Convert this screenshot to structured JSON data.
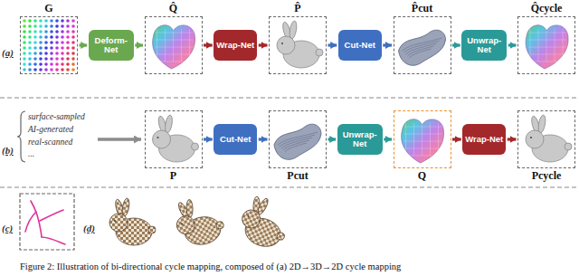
{
  "diagram": {
    "caption": "Figure 2: Illustration of bi-directional cycle mapping, composed of (a) 2D→3D→2D cycle mapping",
    "nodes": [
      {
        "text": [
          "G"
        ]
      },
      {
        "text": [
          "Deform-Net"
        ]
      },
      {
        "text": [
          "Q̂"
        ]
      },
      {
        "text": [
          "Wrap-Net"
        ]
      },
      {
        "text": [
          "P̂"
        ]
      },
      {
        "text": [
          "Cut-Net"
        ]
      },
      {
        "text": [
          "P̂cut"
        ]
      },
      {
        "text": [
          "Unwrap-Net"
        ]
      },
      {
        "text": [
          "Q̂cycle"
        ]
      },
      {
        "text": [
          "P"
        ]
      },
      {
        "text": [
          "Cut-Net"
        ]
      },
      {
        "text": [
          "Pcut"
        ]
      },
      {
        "text": [
          "Unwrap-Net"
        ]
      },
      {
        "text": [
          "Q"
        ]
      },
      {
        "text": [
          "Wrap-Net"
        ]
      },
      {
        "text": [
          "Pcycle"
        ]
      }
    ],
    "edges": [
      {
        "from": 0,
        "to": 1,
        "arrow": "to"
      },
      {
        "from": 1,
        "to": 2,
        "arrow": "to"
      },
      {
        "from": 2,
        "to": 3,
        "arrow": "to"
      },
      {
        "from": 3,
        "to": 4,
        "arrow": "to"
      },
      {
        "from": 4,
        "to": 5,
        "arrow": "to"
      },
      {
        "from": 5,
        "to": 6,
        "arrow": "to"
      },
      {
        "from": 6,
        "to": 7,
        "arrow": "to"
      },
      {
        "from": 7,
        "to": 8,
        "arrow": "to"
      },
      {
        "from": 9,
        "to": 10,
        "arrow": "to"
      },
      {
        "from": 10,
        "to": 11,
        "arrow": "to"
      },
      {
        "from": 11,
        "to": 12,
        "arrow": "to"
      },
      {
        "from": 12,
        "to": 13,
        "arrow": "to"
      },
      {
        "from": 13,
        "to": 14,
        "arrow": "to"
      },
      {
        "from": 14,
        "to": 15,
        "arrow": "to"
      }
    ],
    "labels": [
      "(a)",
      "surface-sampled",
      "AI-generated",
      "real-scanned",
      "...",
      "(b)",
      "(c)",
      "(d)"
    ]
  }
}
